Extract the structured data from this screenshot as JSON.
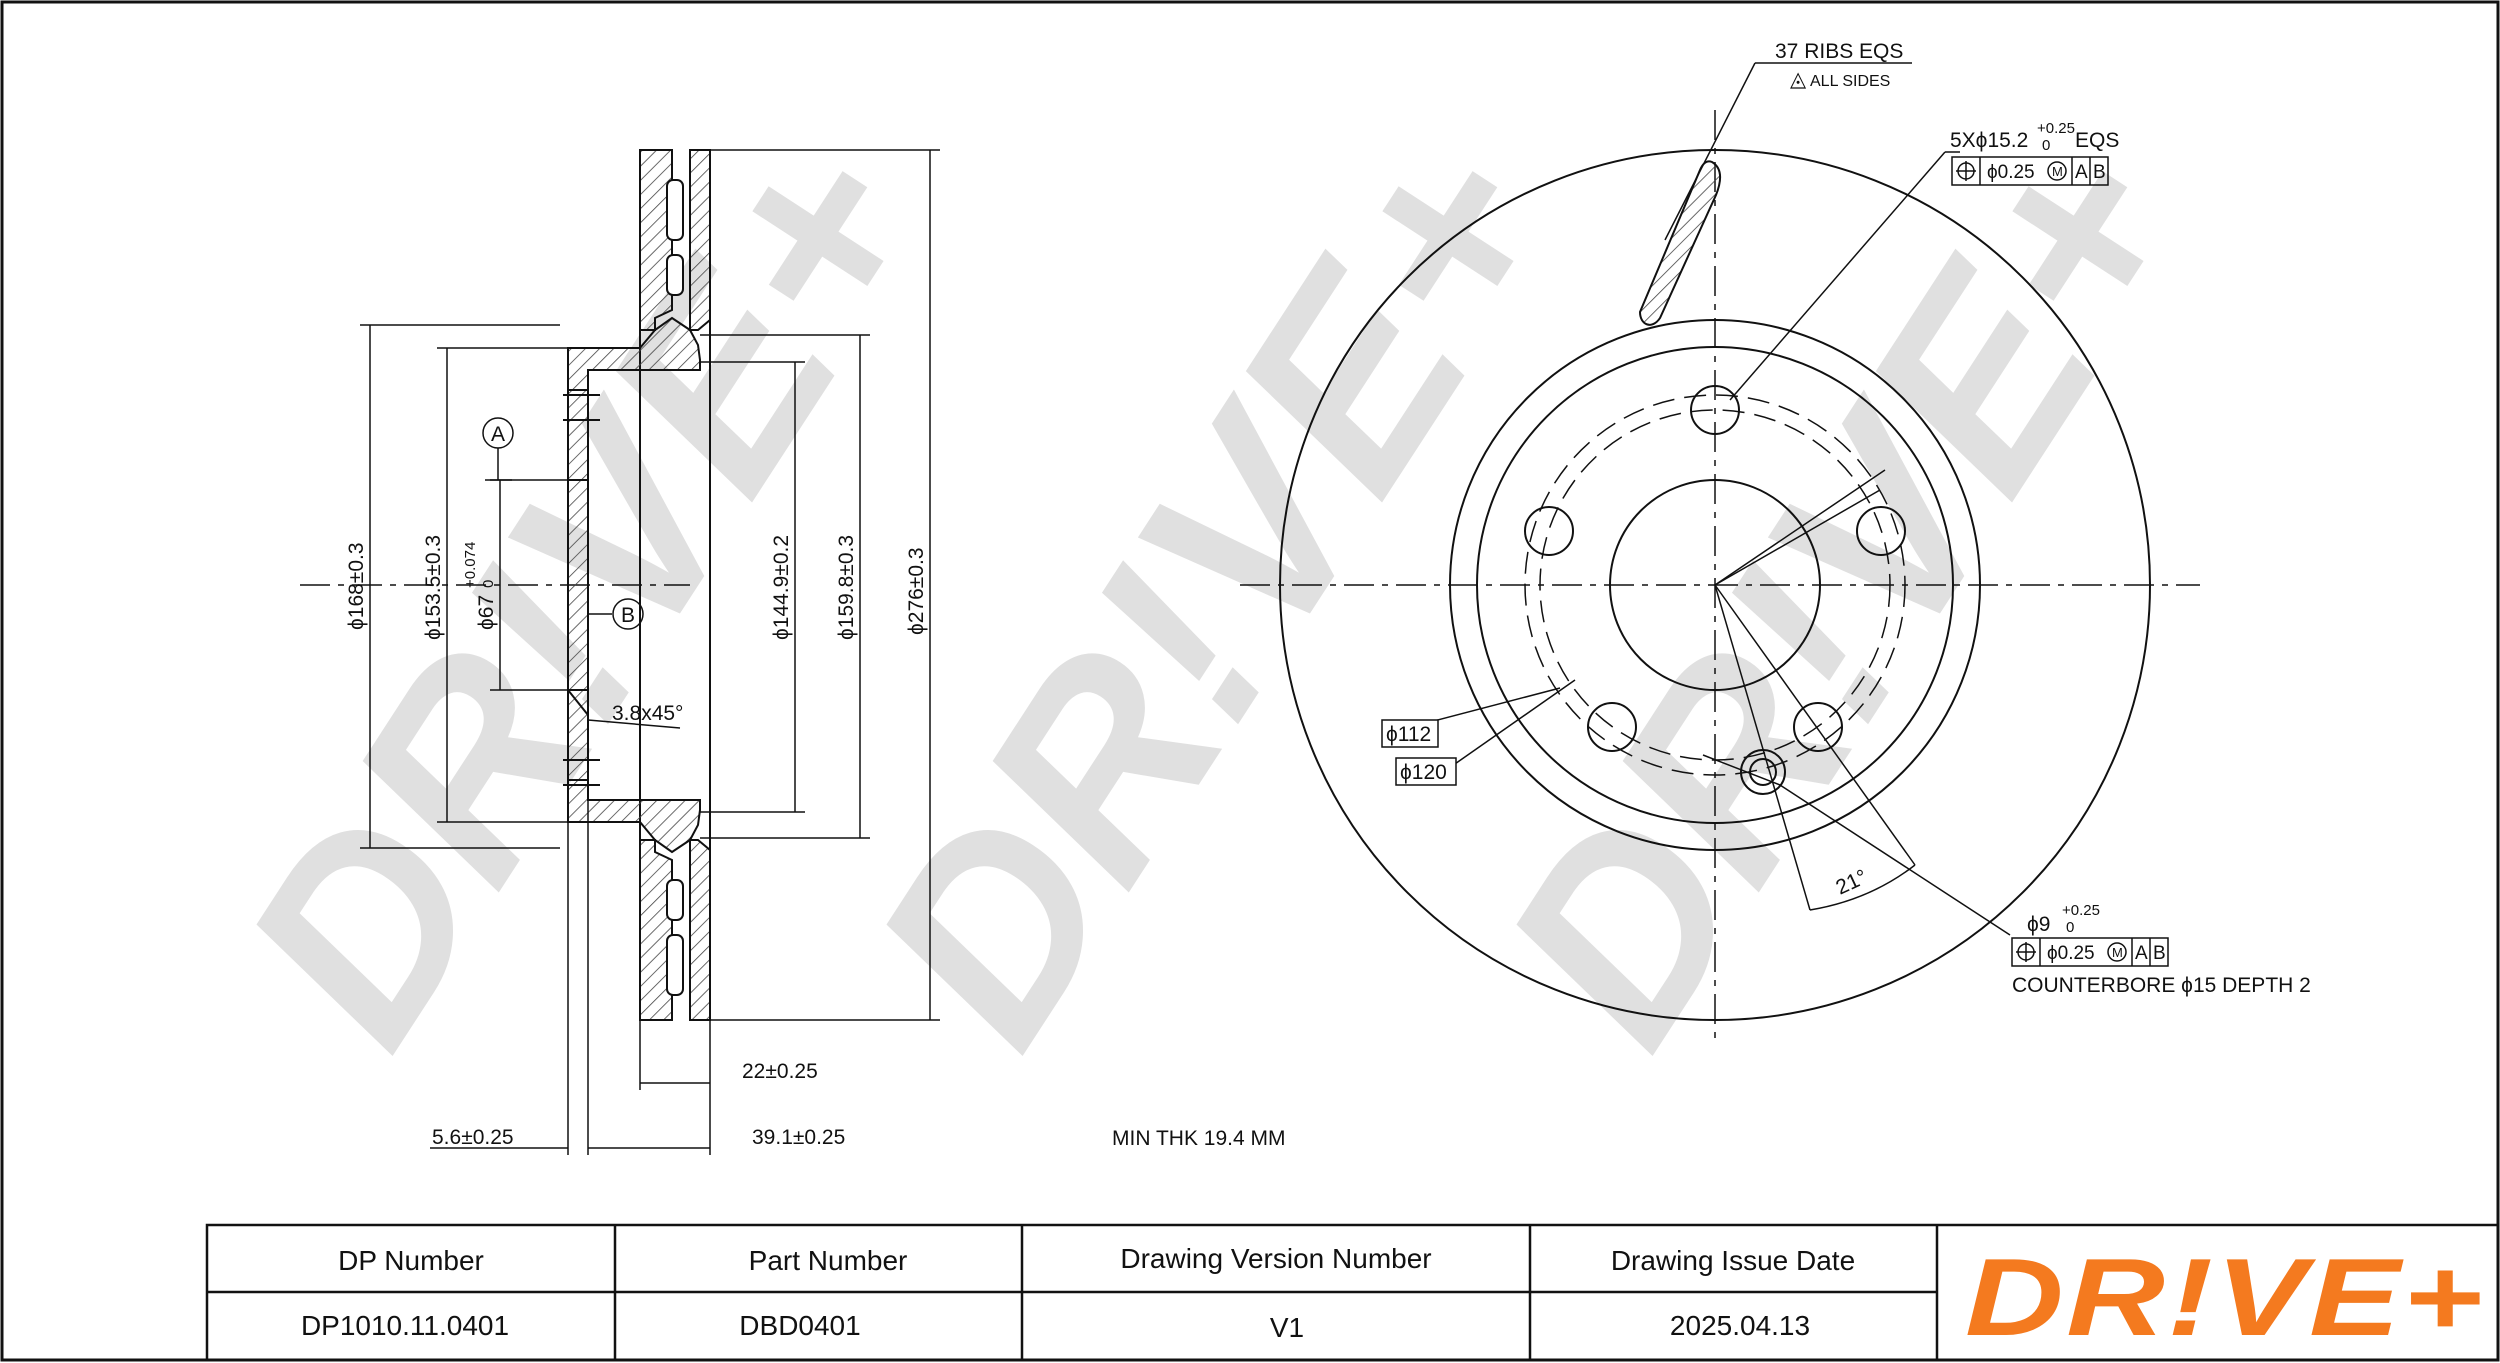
{
  "watermark": "DR!VE+",
  "logo": {
    "text": "DR!VE+",
    "color": "#f47a1f"
  },
  "colors": {
    "line": "#111111",
    "hatch": "#444444",
    "watermark": "#e0e0e0"
  },
  "section_dims": {
    "d168": "ϕ168±0.3",
    "d153": "ϕ153.5±0.3",
    "d67": "ϕ67",
    "d67_tol_upper": "+0.074",
    "d67_tol_lower": "0",
    "d144": "ϕ144.9±0.2",
    "d159": "ϕ159.8±0.3",
    "d276": "ϕ276±0.3",
    "chamfer": "3.8x45°",
    "width22": "22±0.25",
    "t56": "5.6±0.25",
    "t391": "39.1±0.25",
    "datum_a": "A",
    "datum_b": "B"
  },
  "face_dims": {
    "ribs_line1": "37 RIBS EQS",
    "ribs_line2": "ALL SIDES",
    "holes": "5Xϕ15.2",
    "holes_tol_upper": "+0.25",
    "holes_tol_lower": "0",
    "holes_eqs": "EQS",
    "fcf1_tol": "ϕ0.25",
    "fcf_m": "M",
    "fcf_a": "A",
    "fcf_b": "B",
    "pcd112": "ϕ112",
    "pcd120": "ϕ120",
    "angle21": "21°",
    "hole9": "ϕ9",
    "hole9_tol_upper": "+0.25",
    "hole9_tol_lower": "0",
    "fcf2_tol": "ϕ0.25",
    "counterbore": "COUNTERBORE ϕ15 DEPTH 2"
  },
  "min_thk": "MIN THK 19.4 MM",
  "title_block": {
    "headers": [
      "DP Number",
      "Part Number",
      "Drawing Version Number",
      "Drawing Issue Date"
    ],
    "values": [
      "DP1010.11.0401",
      "DBD0401",
      "V1",
      "2025.04.13"
    ]
  }
}
